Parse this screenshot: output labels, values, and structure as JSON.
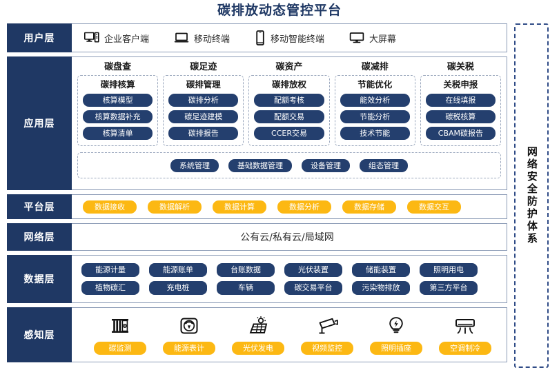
{
  "title": "碳排放动态管控平台",
  "security_panel": {
    "label": "网络安全防护体系"
  },
  "layers": {
    "user": {
      "label": "用户层",
      "items": [
        {
          "icon": "desktop-tower-icon",
          "label": "企业客户端"
        },
        {
          "icon": "laptop-icon",
          "label": "移动终端"
        },
        {
          "icon": "smartphone-icon",
          "label": "移动智能终端"
        },
        {
          "icon": "monitor-icon",
          "label": "大屏幕"
        }
      ]
    },
    "application": {
      "label": "应用层",
      "columns": [
        {
          "title": "碳盘查",
          "subtitle": "碳排核算",
          "items": [
            "核算模型",
            "核算数据补充",
            "核算清单"
          ]
        },
        {
          "title": "碳足迹",
          "subtitle": "碳排管理",
          "items": [
            "碳排分析",
            "碳足迹建模",
            "碳排报告"
          ]
        },
        {
          "title": "碳资产",
          "subtitle": "碳排放权",
          "items": [
            "配额考核",
            "配额交易",
            "CCER交易"
          ]
        },
        {
          "title": "碳减排",
          "subtitle": "节能优化",
          "items": [
            "能效分析",
            "节能分析",
            "技术节能"
          ]
        },
        {
          "title": "碳关税",
          "subtitle": "关税申报",
          "items": [
            "在线填报",
            "碳税核算",
            "CBAM碳报告"
          ]
        }
      ],
      "management": [
        "系统管理",
        "基础数据管理",
        "设备管理",
        "组态管理"
      ]
    },
    "platform": {
      "label": "平台层",
      "items": [
        "数据接收",
        "数据解析",
        "数据计算",
        "数据分析",
        "数据存储",
        "数据交互"
      ]
    },
    "network": {
      "label": "网络层",
      "text": "公有云/私有云/局域网"
    },
    "data": {
      "label": "数据层",
      "row1": [
        "能源计量",
        "能源账单",
        "台账数据",
        "光伏装置",
        "储能装置",
        "照明用电"
      ],
      "row2": [
        "植物碳汇",
        "充电桩",
        "车辆",
        "碳交易平台",
        "污染物排放",
        "第三方平台"
      ]
    },
    "sense": {
      "label": "感知层",
      "items": [
        {
          "icon": "carbon-monitor-icon",
          "label": "碳监测"
        },
        {
          "icon": "energy-meter-icon",
          "label": "能源表计"
        },
        {
          "icon": "solar-panel-icon",
          "label": "光伏发电"
        },
        {
          "icon": "cctv-camera-icon",
          "label": "视频监控"
        },
        {
          "icon": "lightbulb-socket-icon",
          "label": "照明插座"
        },
        {
          "icon": "air-conditioner-icon",
          "label": "空调制冷"
        }
      ]
    }
  },
  "colors": {
    "navy": "#1f3864",
    "pill_navy": "#243f6e",
    "yellow": "#fcb813",
    "border": "#8a9ab5",
    "dashed": "#9aa7bd"
  }
}
